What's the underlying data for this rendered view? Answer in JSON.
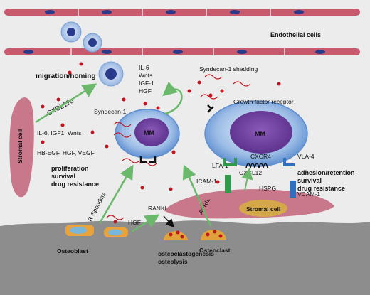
{
  "labels": {
    "endothelial_cells": "Endothelial cells",
    "migration_homing": "migration/homing",
    "cxcl12a": "CXCL12α",
    "stromal_cell_left": "Stromal cell",
    "il6_igf1_wnts": "IL-6, IGF1, Wnts",
    "hbegf_hgf_vegf": "HB-EGF, HGF, VEGF",
    "proliferation": "proliferation",
    "survival": "survival",
    "drug_resistance": "drug resistance",
    "syndecan1": "Syndecan-1",
    "autocrine_factors": [
      "IL-6",
      "Wnts",
      "IGF-1",
      "HGF"
    ],
    "syndecan_shedding": "Syndecan-1 shedding",
    "growth_factor_receptor": "Growth factor receptor",
    "mm_left": "MM",
    "mm_right": "MM",
    "lfa1": "LFA-1",
    "cxcr4": "CXCR4",
    "vla4": "VLA-4",
    "icam1": "ICAM-1",
    "cxcl12_right": "CXCL12",
    "hspg": "HSPG",
    "vcam1": "VCAM-1",
    "adhesion_retention": "adhesion/retention",
    "survival_right": "survival",
    "drug_resistance_right": "drug resistance",
    "stromal_cell_right": "Stromal cell",
    "r_spondins": "R-Spondins",
    "hgf": "HGF",
    "rankl": "RANKL",
    "april": "APRIL",
    "osteoblast": "Osteoblast",
    "osteoclastogenesis": "osteoclastogenesis",
    "osteolysis": "osteolysis",
    "osteoclast": "Osteoclast"
  },
  "colors": {
    "endothelial": "#c85a6e",
    "endothelial_nucleus": "#2a3a8a",
    "mm_outer": "#6f9bd8",
    "mm_nucleus": "#6a3a9a",
    "stromal": "#c9778a",
    "stromal_nucleus": "#d4a84a",
    "osteoblast": "#e8a33a",
    "osteoblast_nucleus": "#7ab6d8",
    "osteoclast": "#e0a23a",
    "bone": "#8d8d8d",
    "arrow_green": "#6ab86a",
    "dot_red": "#c0141e",
    "icam_green": "#2f9a4a",
    "vcam_blue": "#2f6fc0"
  }
}
